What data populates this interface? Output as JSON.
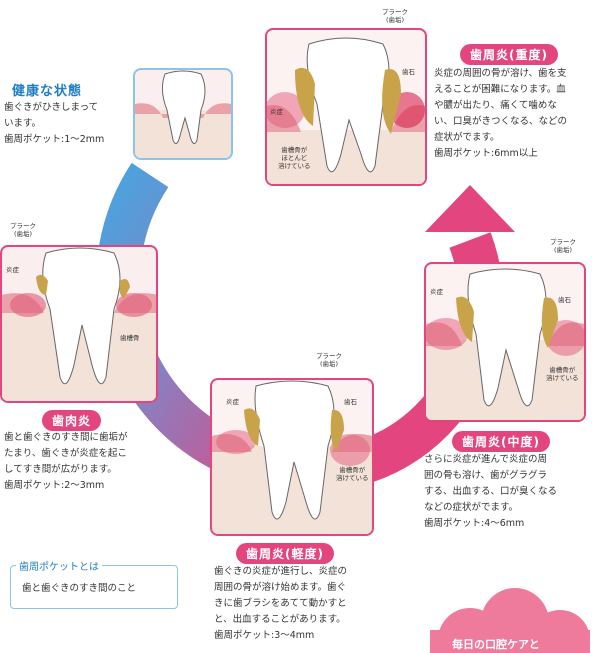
{
  "stages": {
    "healthy": {
      "title": "健康な状態",
      "lines": [
        "歯ぐきがひきしまって",
        "います。",
        "歯周ポケット:1〜2mm"
      ]
    },
    "gingivitis": {
      "title": "歯肉炎",
      "lines": [
        "歯と歯ぐきのすき間に歯垢が",
        "たまり、歯ぐきが炎症を起こ",
        "してすき間が広がります。",
        "歯周ポケット:2〜3mm"
      ],
      "labels": {
        "plaque": "プラーク\n(歯垢)",
        "inflammation": "炎症",
        "bone": "歯槽骨"
      }
    },
    "mild": {
      "title": "歯周炎(軽度)",
      "lines": [
        "歯ぐきの炎症が進行し、炎症の",
        "周囲の骨が溶け始めます。歯ぐ",
        "きに歯ブラシをあてて動かすと",
        "と、出血することがあります。",
        "歯周ポケット:3〜4mm"
      ],
      "labels": {
        "plaque": "プラーク\n(歯垢)",
        "inflammation": "炎症",
        "tartar": "歯石",
        "bone": "歯槽骨が\n溶けている"
      }
    },
    "moderate": {
      "title": "歯周炎(中度)",
      "lines": [
        "さらに炎症が進んで炎症の周",
        "囲の骨も溶け、歯がグラグラ",
        "する、出血する、口が臭くなる",
        "などの症状がでます。",
        "歯周ポケット:4〜6mm"
      ],
      "labels": {
        "plaque": "プラーク\n(歯垢)",
        "inflammation": "炎症",
        "tartar": "歯石",
        "bone": "歯槽骨が\n溶けている"
      }
    },
    "severe": {
      "title": "歯周炎(重度)",
      "lines": [
        "炎症の周囲の骨が溶け、歯を支",
        "えることが困難になります。血",
        "や膿が出たり、痛くて噛めな",
        "い、口臭がきつくなる、などの",
        "症状がでます。",
        "歯周ポケット:6mm以上"
      ],
      "labels": {
        "plaque": "プラーク\n(歯垢)",
        "inflammation": "炎症",
        "tartar": "歯石",
        "bone": "歯槽骨が\nほとんど\n溶けている"
      }
    }
  },
  "note": {
    "title": "歯周ポケットとは",
    "text": "歯と歯ぐきのすき間のこと"
  },
  "cloud": {
    "text": "毎日の口腔ケアと"
  },
  "colors": {
    "pink": "#e3467f",
    "blue": "#4aa3df",
    "gum": "#e9a3a8",
    "bone": "#f3e2d8",
    "tartar": "#c9a34a"
  }
}
